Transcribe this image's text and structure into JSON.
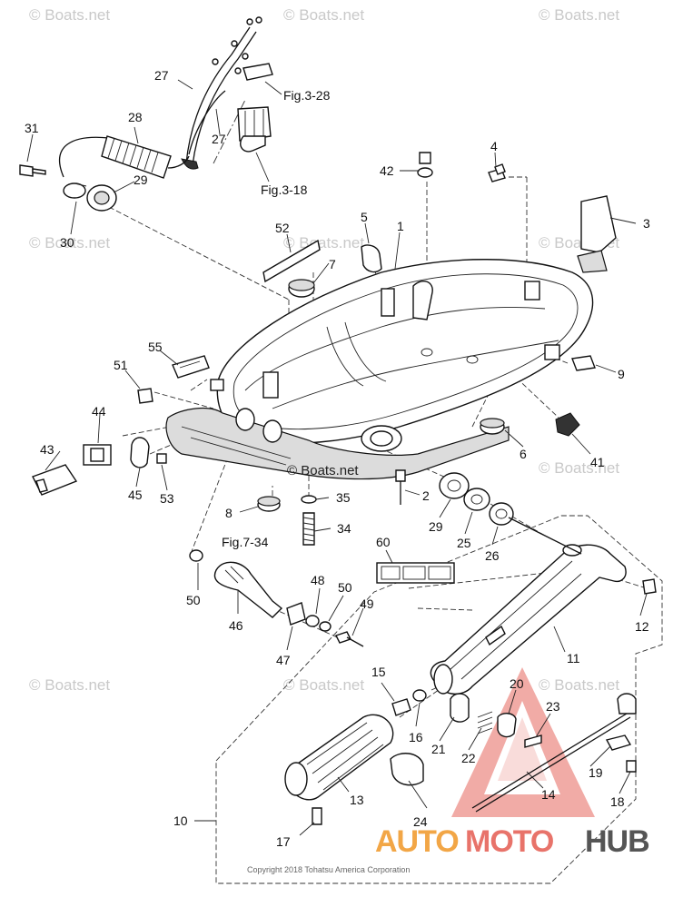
{
  "watermark": "© Boats.net",
  "copyright": "Copyright 2018 Tohatsu America Corporation",
  "brand": {
    "part1": "AUTO",
    "part2": "MOTO",
    "part3": "HUB"
  },
  "references": {
    "fig_3_28": "Fig.3-28",
    "fig_3_18": "Fig.3-18",
    "fig_7_34": "Fig.7-34"
  },
  "labels": {
    "p1": "1",
    "p2": "2",
    "p3": "3",
    "p4": "4",
    "p5": "5",
    "p6": "6",
    "p7": "7",
    "p8": "8",
    "p9": "9",
    "p10": "10",
    "p11": "11",
    "p12": "12",
    "p13": "13",
    "p14": "14",
    "p15": "15",
    "p16": "16",
    "p17": "17",
    "p18": "18",
    "p19": "19",
    "p20": "20",
    "p21": "21",
    "p22": "22",
    "p23": "23",
    "p24": "24",
    "p25": "25",
    "p26": "26",
    "p27a": "27",
    "p27b": "27",
    "p28": "28",
    "p29a": "29",
    "p29b": "29",
    "p30": "30",
    "p31": "31",
    "p34": "34",
    "p35": "35",
    "p41": "41",
    "p42": "42",
    "p43": "43",
    "p44": "44",
    "p45": "45",
    "p46": "46",
    "p47": "47",
    "p48": "48",
    "p49": "49",
    "p50a": "50",
    "p50b": "50",
    "p51": "51",
    "p52": "52",
    "p53": "53",
    "p55": "55",
    "p60": "60"
  },
  "colors": {
    "brand_orange": "#f2a646",
    "brand_red": "#e8736a",
    "brand_gray": "#555555",
    "triangle": "#e8736a"
  }
}
